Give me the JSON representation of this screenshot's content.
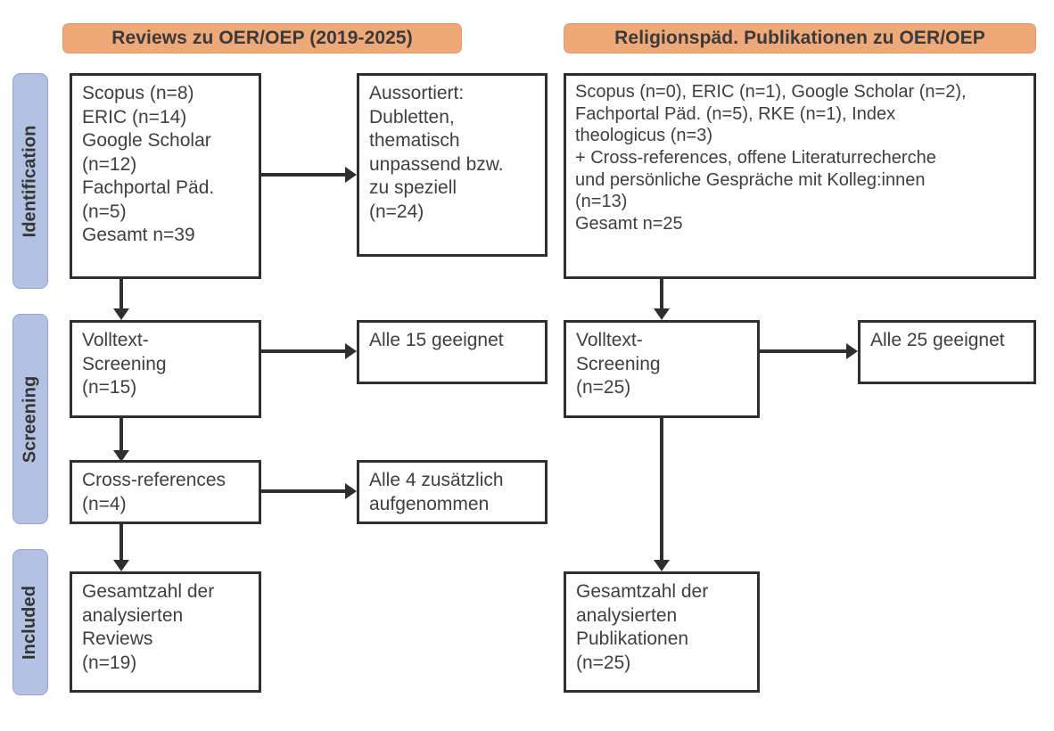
{
  "phases": [
    {
      "id": "identification",
      "label": "Identification"
    },
    {
      "id": "screening",
      "label": "Screening"
    },
    {
      "id": "included",
      "label": "Included"
    }
  ],
  "columns": {
    "left": {
      "header": "Reviews zu OER/OEP (2019-2025)",
      "nodes": {
        "sources": "Scopus (n=8)\nERIC (n=14)\nGoogle Scholar\n(n=12)\nFachportal Päd.\n(n=5)\nGesamt n=39",
        "excluded": "Aussortiert:\nDubletten,\nthematisch\nunpassend bzw.\nzu speziell\n(n=24)",
        "fulltext": "Volltext-\nScreening\n(n=15)",
        "fulltext_result": "Alle 15 geeignet",
        "crossrefs": "Cross-references\n(n=4)",
        "crossrefs_result": "Alle 4 zusätzlich\naufgenommen",
        "included": "Gesamtzahl der\nanalysierten\nReviews\n(n=19)"
      }
    },
    "right": {
      "header": "Religionspäd. Publikationen zu OER/OEP",
      "nodes": {
        "sources": "Scopus (n=0), ERIC (n=1), Google Scholar (n=2),\nFachportal Päd. (n=5), RKE (n=1), Index\ntheologicus (n=3)\n+ Cross-references, offene Literaturrecherche\nund persönliche Gespräche mit Kolleg:innen\n(n=13)\nGesamt n=25",
        "fulltext": "Volltext-\nScreening\n(n=25)",
        "fulltext_result": "Alle 25 geeignet",
        "included": "Gesamtzahl der\nanalysierten\nPublikationen\n(n=25)"
      }
    }
  },
  "colors": {
    "header_orange": "#efa878",
    "phase_blue": "#b3c2e2",
    "stroke": "#2f2f2f",
    "text": "#3f3f3f"
  }
}
